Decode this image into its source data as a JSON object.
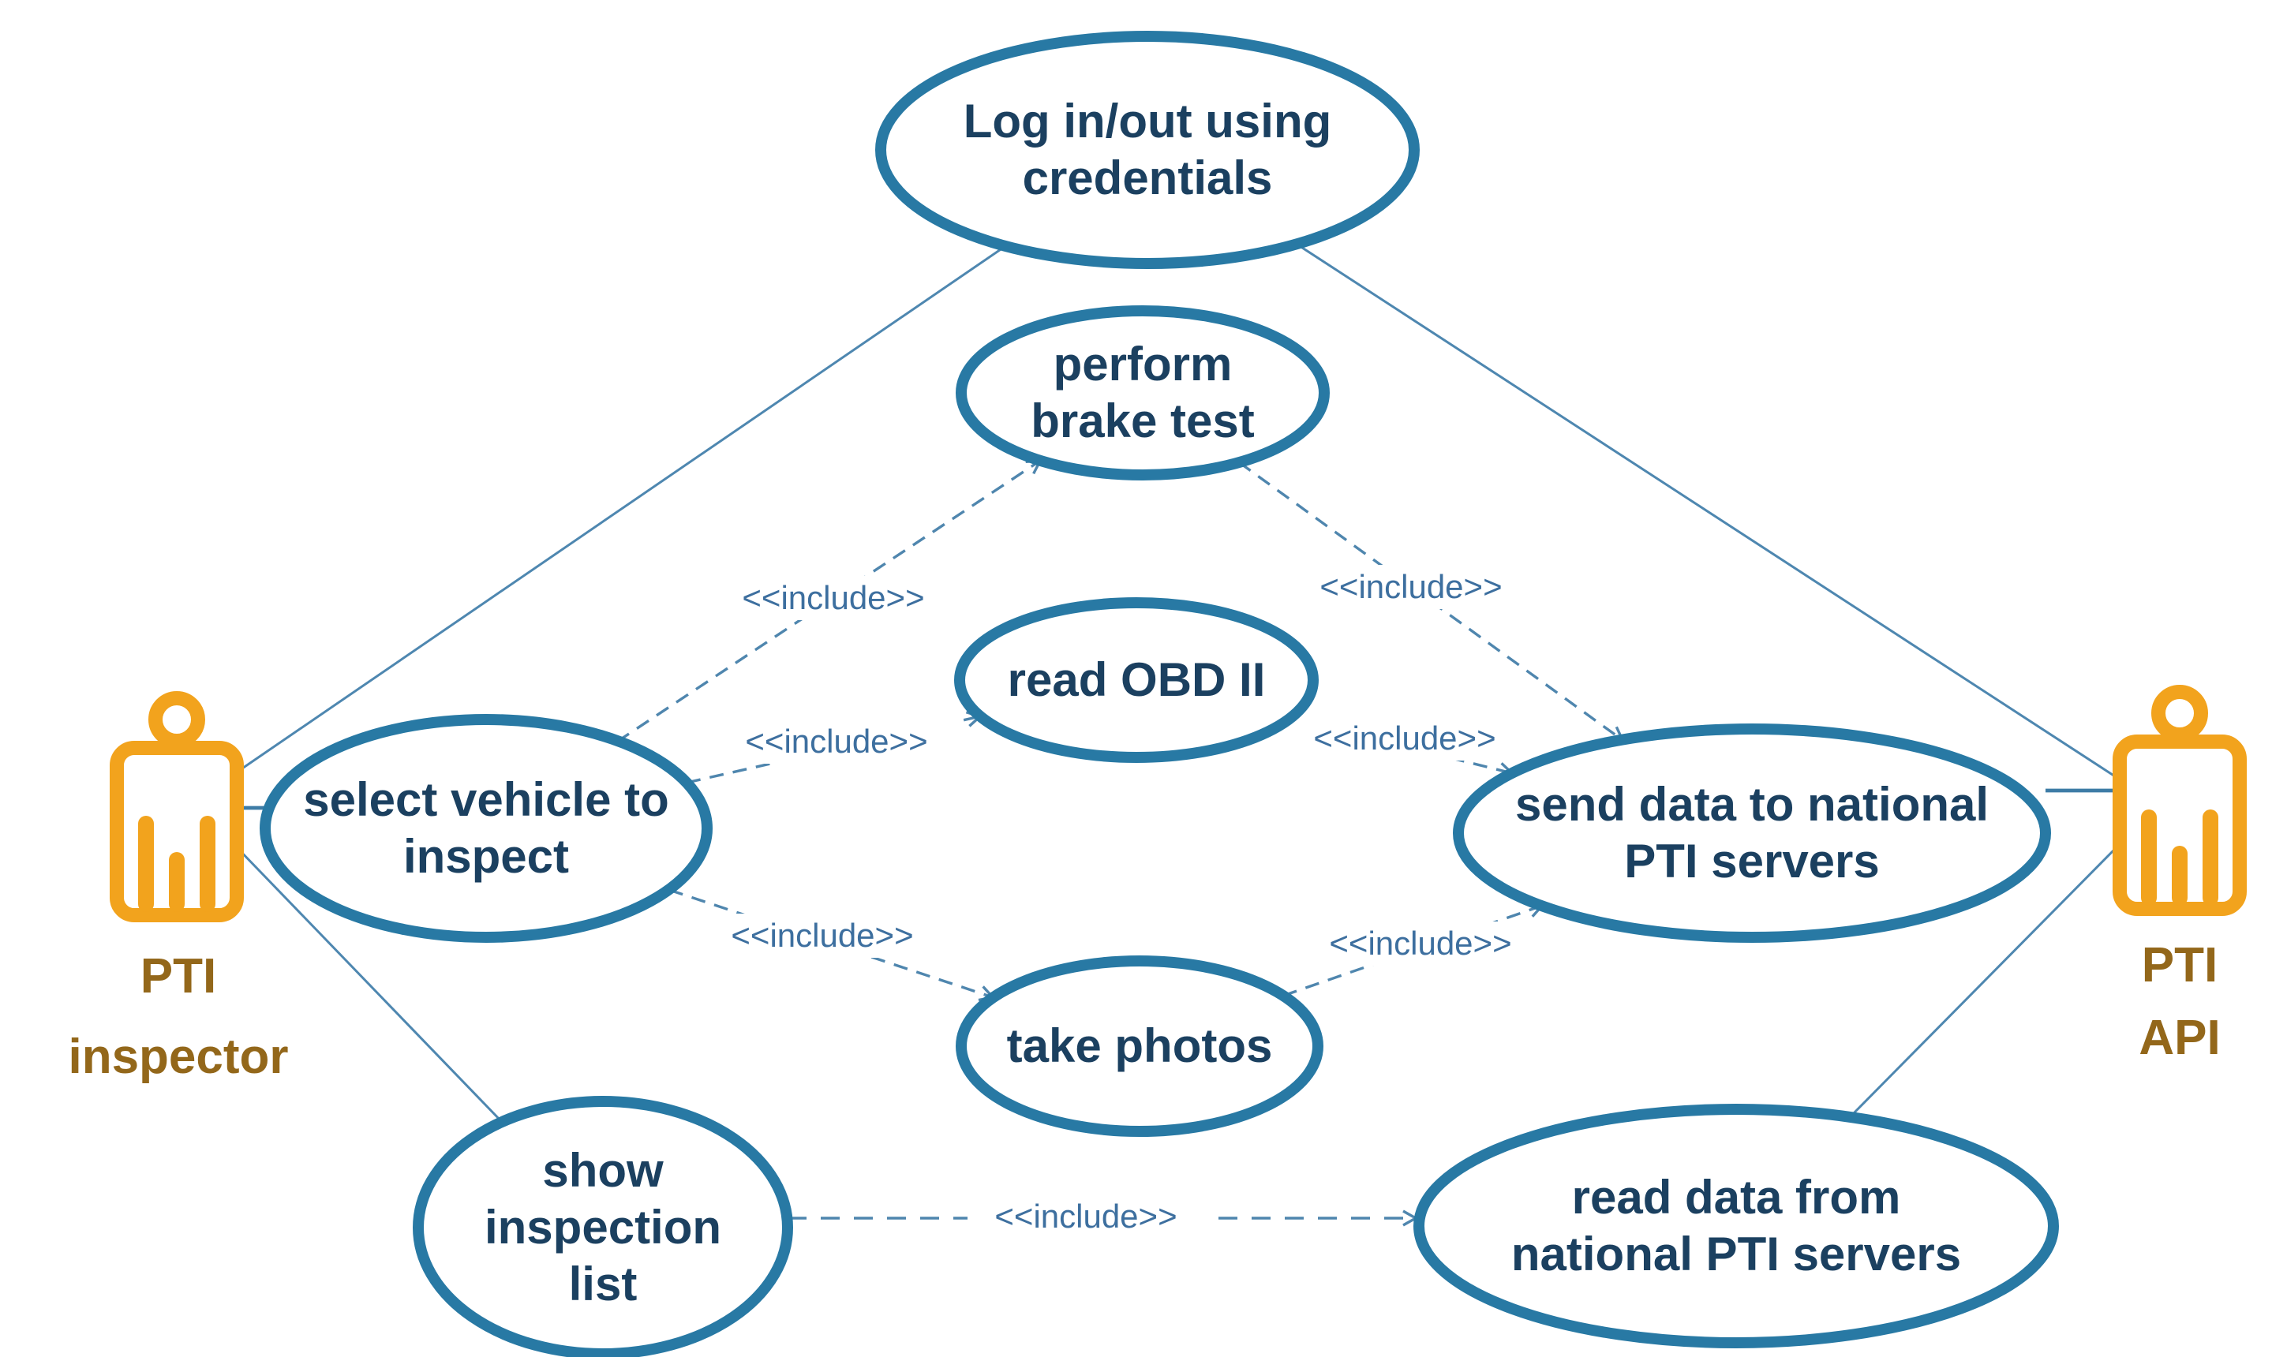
{
  "diagram": {
    "kind": "UML use case diagram",
    "include_stereotype": "<<include>>",
    "colors": {
      "use_case_stroke": "#2879A4",
      "use_case_text": "#1B4060",
      "include_text": "#3D6F9F",
      "association_line": "#4E87B0",
      "include_line": "#4F86AE",
      "actor_icon": "#F2A31D",
      "actor_label": "#93671A",
      "background": "#FFFFFF"
    },
    "actors": [
      {
        "id": "pti-inspector",
        "label_lines": [
          "PTI",
          "inspector"
        ]
      },
      {
        "id": "pti-api",
        "label_lines": [
          "PTI",
          "API"
        ]
      }
    ],
    "use_cases": [
      {
        "id": "login",
        "lines": [
          "Log in/out using",
          "credentials"
        ]
      },
      {
        "id": "perform-brake-test",
        "lines": [
          "perform",
          "brake test"
        ]
      },
      {
        "id": "read-obd-ii",
        "lines": [
          "read OBD II"
        ]
      },
      {
        "id": "select-vehicle",
        "lines": [
          "select vehicle to",
          "inspect"
        ]
      },
      {
        "id": "send-data",
        "lines": [
          "send data to national",
          "PTI servers"
        ]
      },
      {
        "id": "take-photos",
        "lines": [
          "take photos"
        ]
      },
      {
        "id": "show-inspection-list",
        "lines": [
          "show",
          "inspection",
          "list"
        ]
      },
      {
        "id": "read-data",
        "lines": [
          "read data from",
          "national PTI servers"
        ]
      }
    ],
    "associations": [
      {
        "from": "pti-inspector",
        "to": "login"
      },
      {
        "from": "pti-inspector",
        "to": "select-vehicle"
      },
      {
        "from": "pti-inspector",
        "to": "show-inspection-list"
      },
      {
        "from": "pti-api",
        "to": "login"
      },
      {
        "from": "pti-api",
        "to": "send-data"
      },
      {
        "from": "pti-api",
        "to": "read-data"
      }
    ],
    "includes": [
      {
        "from": "select-vehicle",
        "to": "perform-brake-test"
      },
      {
        "from": "select-vehicle",
        "to": "read-obd-ii"
      },
      {
        "from": "select-vehicle",
        "to": "take-photos"
      },
      {
        "from": "perform-brake-test",
        "to": "send-data"
      },
      {
        "from": "read-obd-ii",
        "to": "send-data"
      },
      {
        "from": "take-photos",
        "to": "send-data"
      },
      {
        "from": "show-inspection-list",
        "to": "read-data"
      }
    ]
  }
}
